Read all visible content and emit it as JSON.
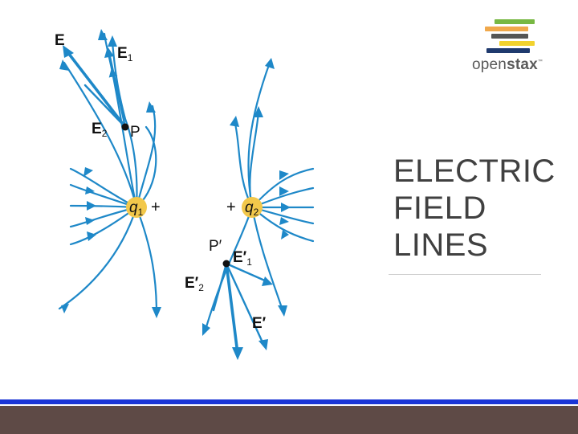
{
  "slide": {
    "title_lines": [
      "ELECTRIC",
      "FIELD",
      "LINES"
    ]
  },
  "logo": {
    "word_open": "open",
    "word_stax": "stax",
    "trademark": "™",
    "bar_colors": [
      "#78b843",
      "#f0a84b",
      "#555555",
      "#f2d22e",
      "#1f3a6e"
    ]
  },
  "diagram": {
    "charge1_symbol": "q",
    "charge1_sub": "1",
    "charge1_sign": "+",
    "charge2_symbol": "q",
    "charge2_sub": "2",
    "charge2_sign": "+",
    "label_E": "E",
    "label_E1": "E",
    "label_E1_sub": "1",
    "label_E2": "E",
    "label_E2_sub": "2",
    "label_P": "P",
    "label_Pprime": "P′",
    "label_E1prime": "E′",
    "label_E1prime_sub": "1",
    "label_E2prime": "E′",
    "label_E2prime_sub": "2",
    "label_Eprime": "E′",
    "line_color": "#1e88c8",
    "charge_color": "#f2c84b"
  },
  "footer": {
    "blue": "#1a35d6",
    "brown": "#5e4a46"
  }
}
